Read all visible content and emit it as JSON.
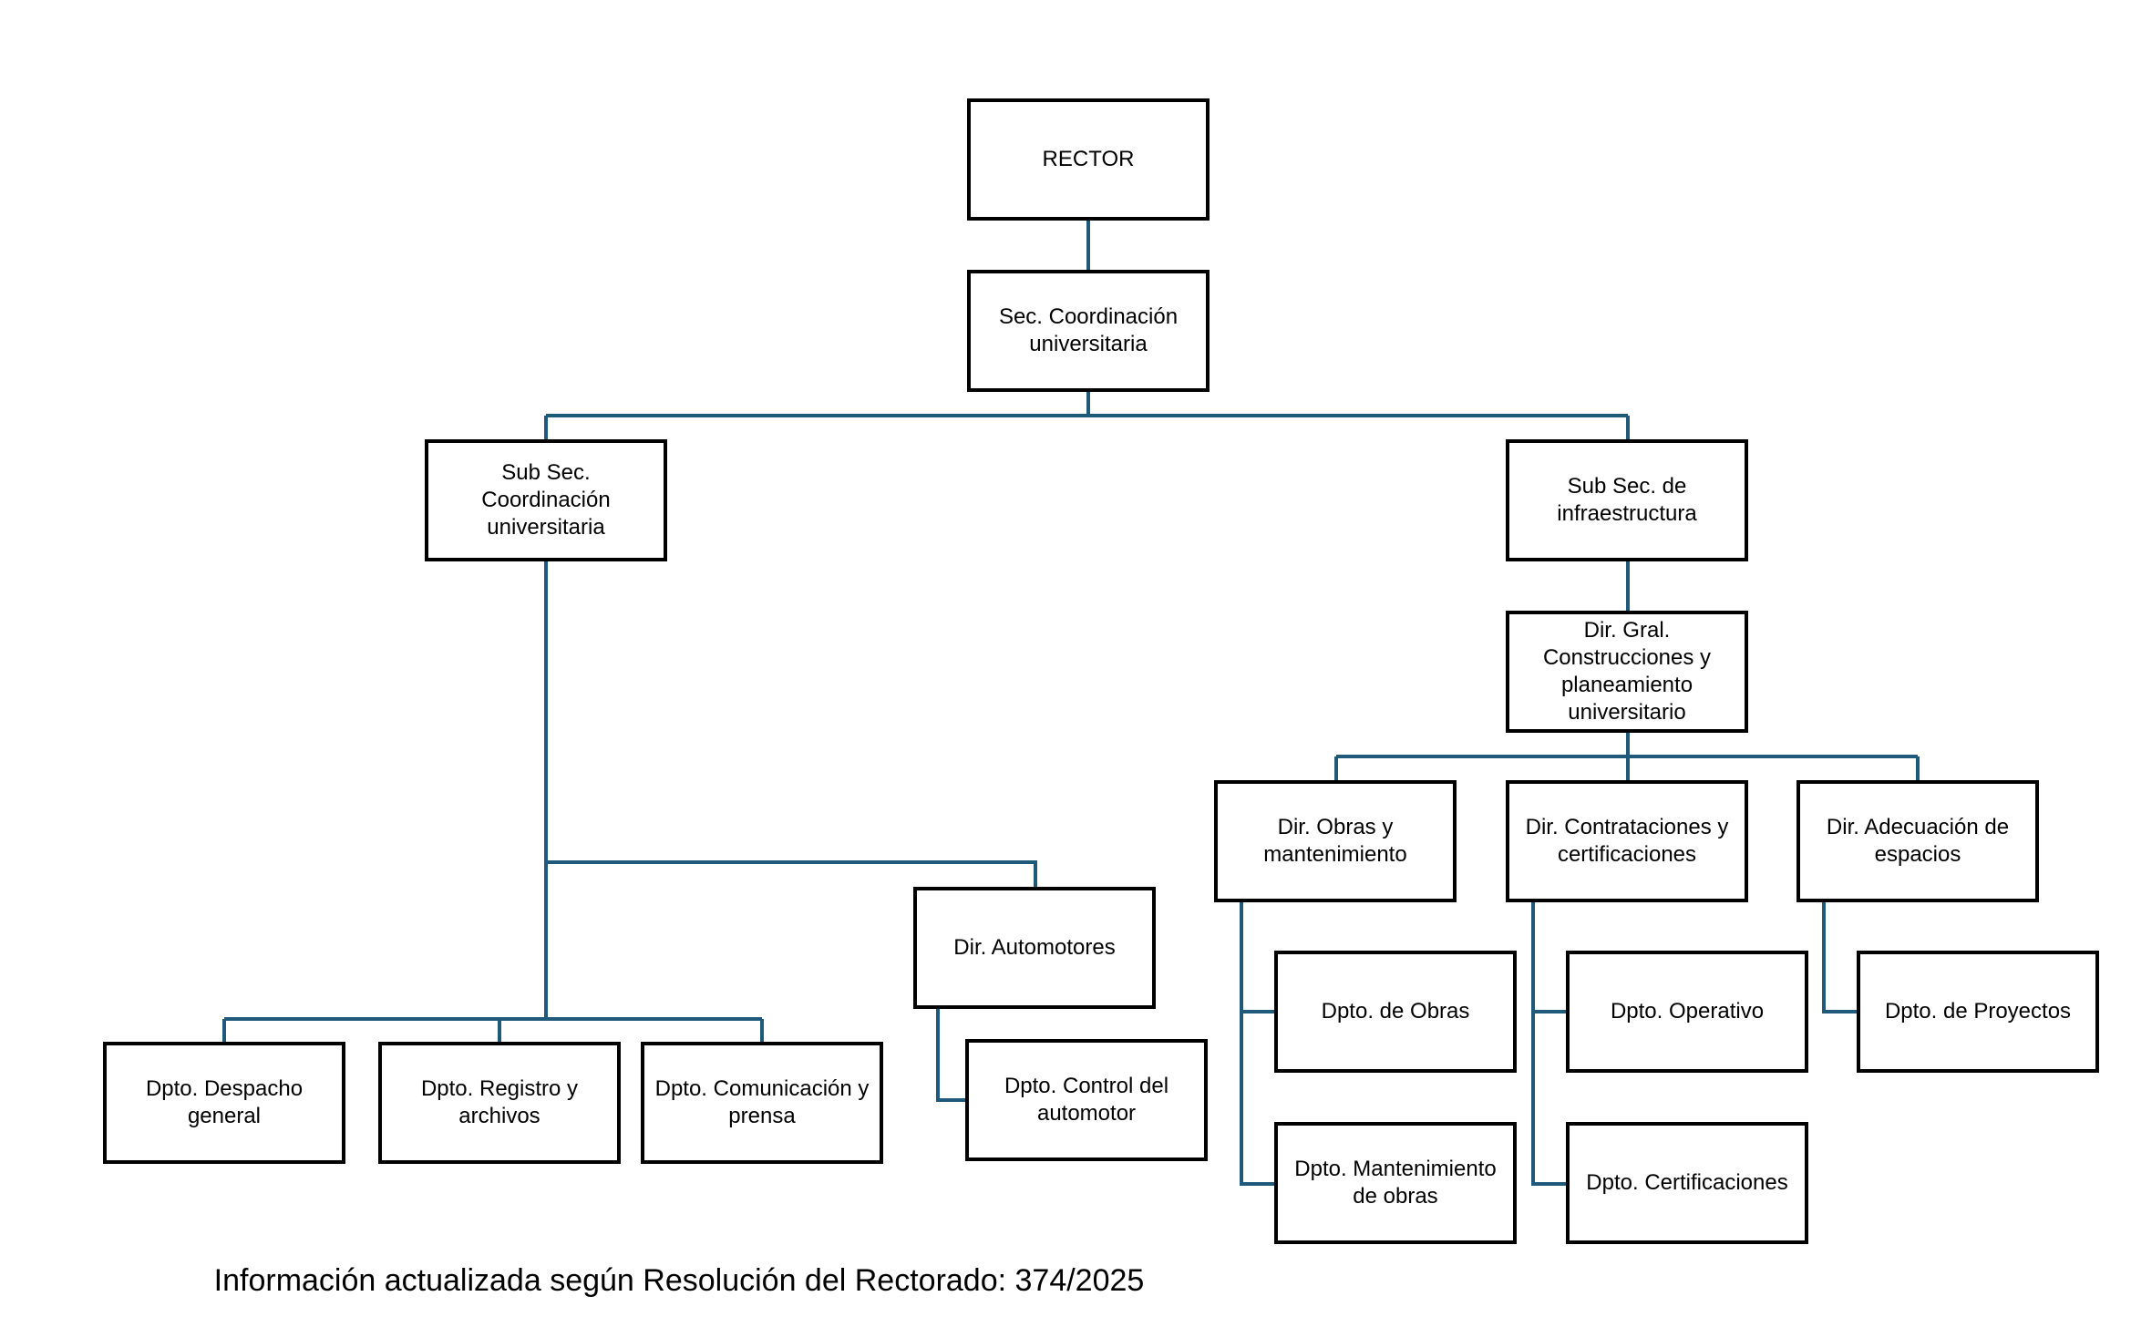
{
  "org_chart": {
    "line_color": "#1f5a7a",
    "rector": "RECTOR",
    "sec_coordinacion": "Sec. Coordinación\nuniversitaria",
    "sub_sec_coordinacion": "Sub Sec.\nCoordinación\nuniversitaria",
    "sub_sec_infraestructura": "Sub Sec. de\ninfraestructura",
    "dir_gral_construcciones": "Dir. Gral.\nConstrucciones y\nplaneamiento\nuniversitario",
    "dir_automotores": "Dir. Automotores",
    "dpto_despacho": "Dpto. Despacho\ngeneral",
    "dpto_registro": "Dpto. Registro y\narchivos",
    "dpto_comunicacion": "Dpto. Comunicación y\nprensa",
    "dpto_control_automotor": "Dpto. Control del\nautomotor",
    "dir_obras": "Dir. Obras y\nmantenimiento",
    "dir_contrataciones": "Dir. Contrataciones y\ncertificaciones",
    "dir_adecuacion": "Dir. Adecuación de\nespacios",
    "dpto_obras": "Dpto. de Obras",
    "dpto_mantenimiento": "Dpto. Mantenimiento\nde obras",
    "dpto_operativo": "Dpto. Operativo",
    "dpto_certificaciones": "Dpto. Certificaciones",
    "dpto_proyectos": "Dpto. de Proyectos"
  },
  "footnote": "Información actualizada según Resolución del Rectorado: 374/2025"
}
